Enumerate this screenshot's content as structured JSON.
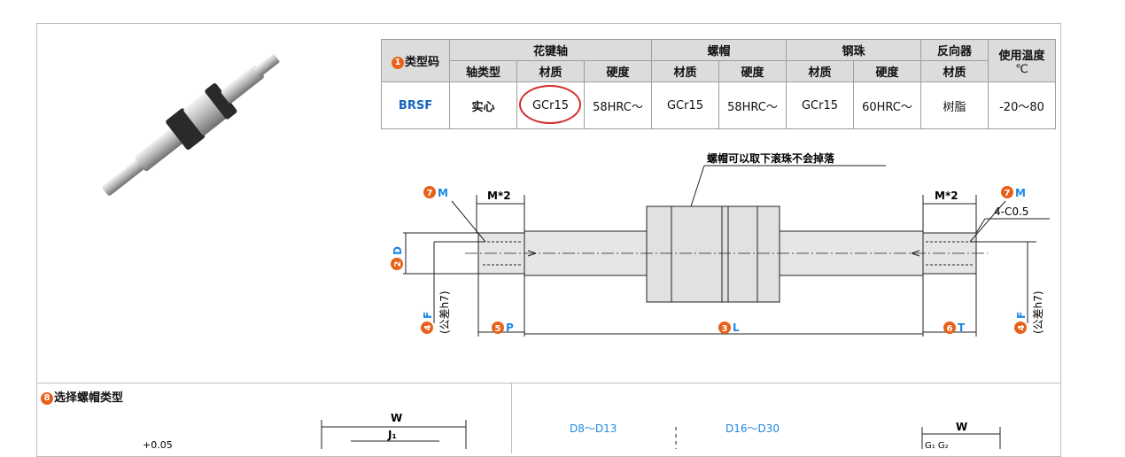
{
  "table": {
    "row1": {
      "type_code": "类型码",
      "spline_shaft": "花键轴",
      "nut": "螺帽",
      "ball": "钢珠",
      "reverser": "反向器",
      "temp": "使用温度",
      "temp_unit": "℃"
    },
    "row2": {
      "shaft_type": "轴类型",
      "shaft_material": "材质",
      "shaft_hardness": "硬度",
      "nut_material": "材质",
      "nut_hardness": "硬度",
      "ball_material": "材质",
      "ball_hardness": "硬度",
      "reverser_material": "材质"
    },
    "data": {
      "code": "BRSF",
      "shaft_type": "实心",
      "shaft_material": "GCr15",
      "shaft_hardness": "58HRC～",
      "nut_material": "GCr15",
      "nut_hardness": "58HRC～",
      "ball_material": "GCr15",
      "ball_hardness": "60HRC～",
      "reverser_material": "树脂",
      "temp": "-20～80"
    },
    "header_num": "1"
  },
  "drawing": {
    "callout_note": "螺帽可以取下滚珠不会掉落",
    "m2_left": "M*2",
    "m2_right": "M*2",
    "chamfer": "4-C0.5",
    "label_M_left": "M",
    "label_M_right": "M",
    "label_D": "D",
    "label_F": "F",
    "tolerance": "(公差h7)",
    "label_P": "P",
    "label_L": "L",
    "label_T": "T",
    "num_7": "7",
    "num_2": "2",
    "num_4": "4",
    "num_5": "5",
    "num_3": "3",
    "num_6": "6"
  },
  "section8": {
    "num": "8",
    "title": "选择螺帽类型",
    "w_left": "W",
    "j1": "J₁",
    "tol": "+0.05",
    "range1": "D8～D13",
    "range2": "D16～D30",
    "w_right": "W",
    "g_label": "G₁  G₂"
  },
  "colors": {
    "accent": "#e8611a",
    "code_blue": "#1565c0",
    "label_blue": "#1e88e5",
    "circle_red": "#d32f2f"
  }
}
